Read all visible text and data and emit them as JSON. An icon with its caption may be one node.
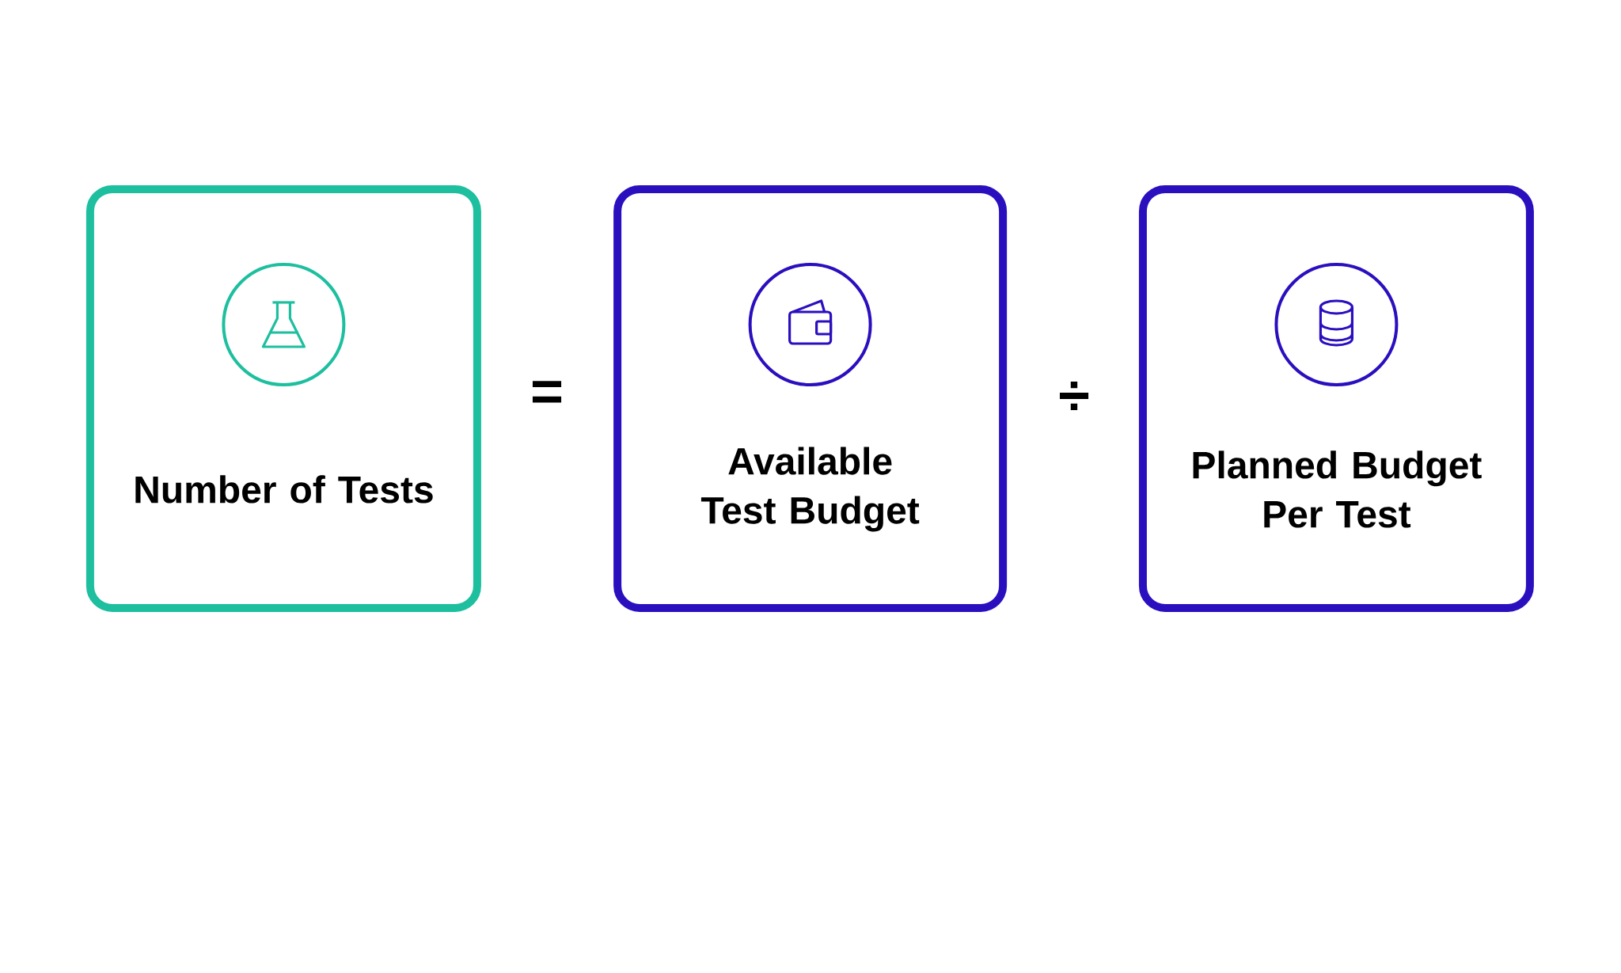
{
  "diagram": {
    "nodes": [
      {
        "text": [
          "Number of Tests"
        ]
      },
      {
        "text": [
          "Available Test Budget"
        ]
      },
      {
        "text": [
          "Planned Budget Per Test"
        ]
      }
    ],
    "labels": [
      "=",
      "÷"
    ]
  }
}
